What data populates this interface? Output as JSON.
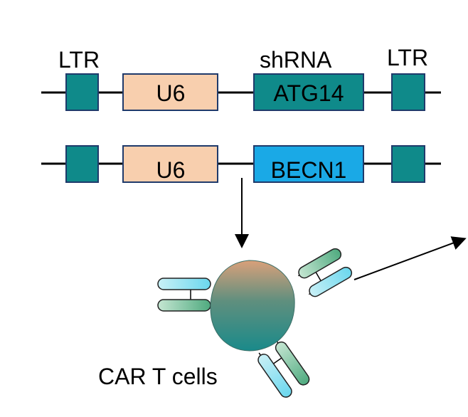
{
  "constructs": [
    {
      "labels": {
        "left_ltr": "LTR",
        "shrna": "shRNA",
        "right_ltr": "LTR"
      },
      "promoter": "U6",
      "target": "ATG14"
    },
    {
      "promoter": "U6",
      "target": "BECN1"
    }
  ],
  "cell_label": "CAR T cells",
  "colors": {
    "ltr_box": "#0f8a8a",
    "promoter_box": "#f8cfae",
    "atg14_box": "#0f8a8a",
    "becn1_box": "#1aa9e6",
    "box_border": "#1f3a6b",
    "line": "#000000"
  },
  "icons": [
    "t-cell-icon",
    "car-receptor-icon",
    "arrow-icon"
  ]
}
